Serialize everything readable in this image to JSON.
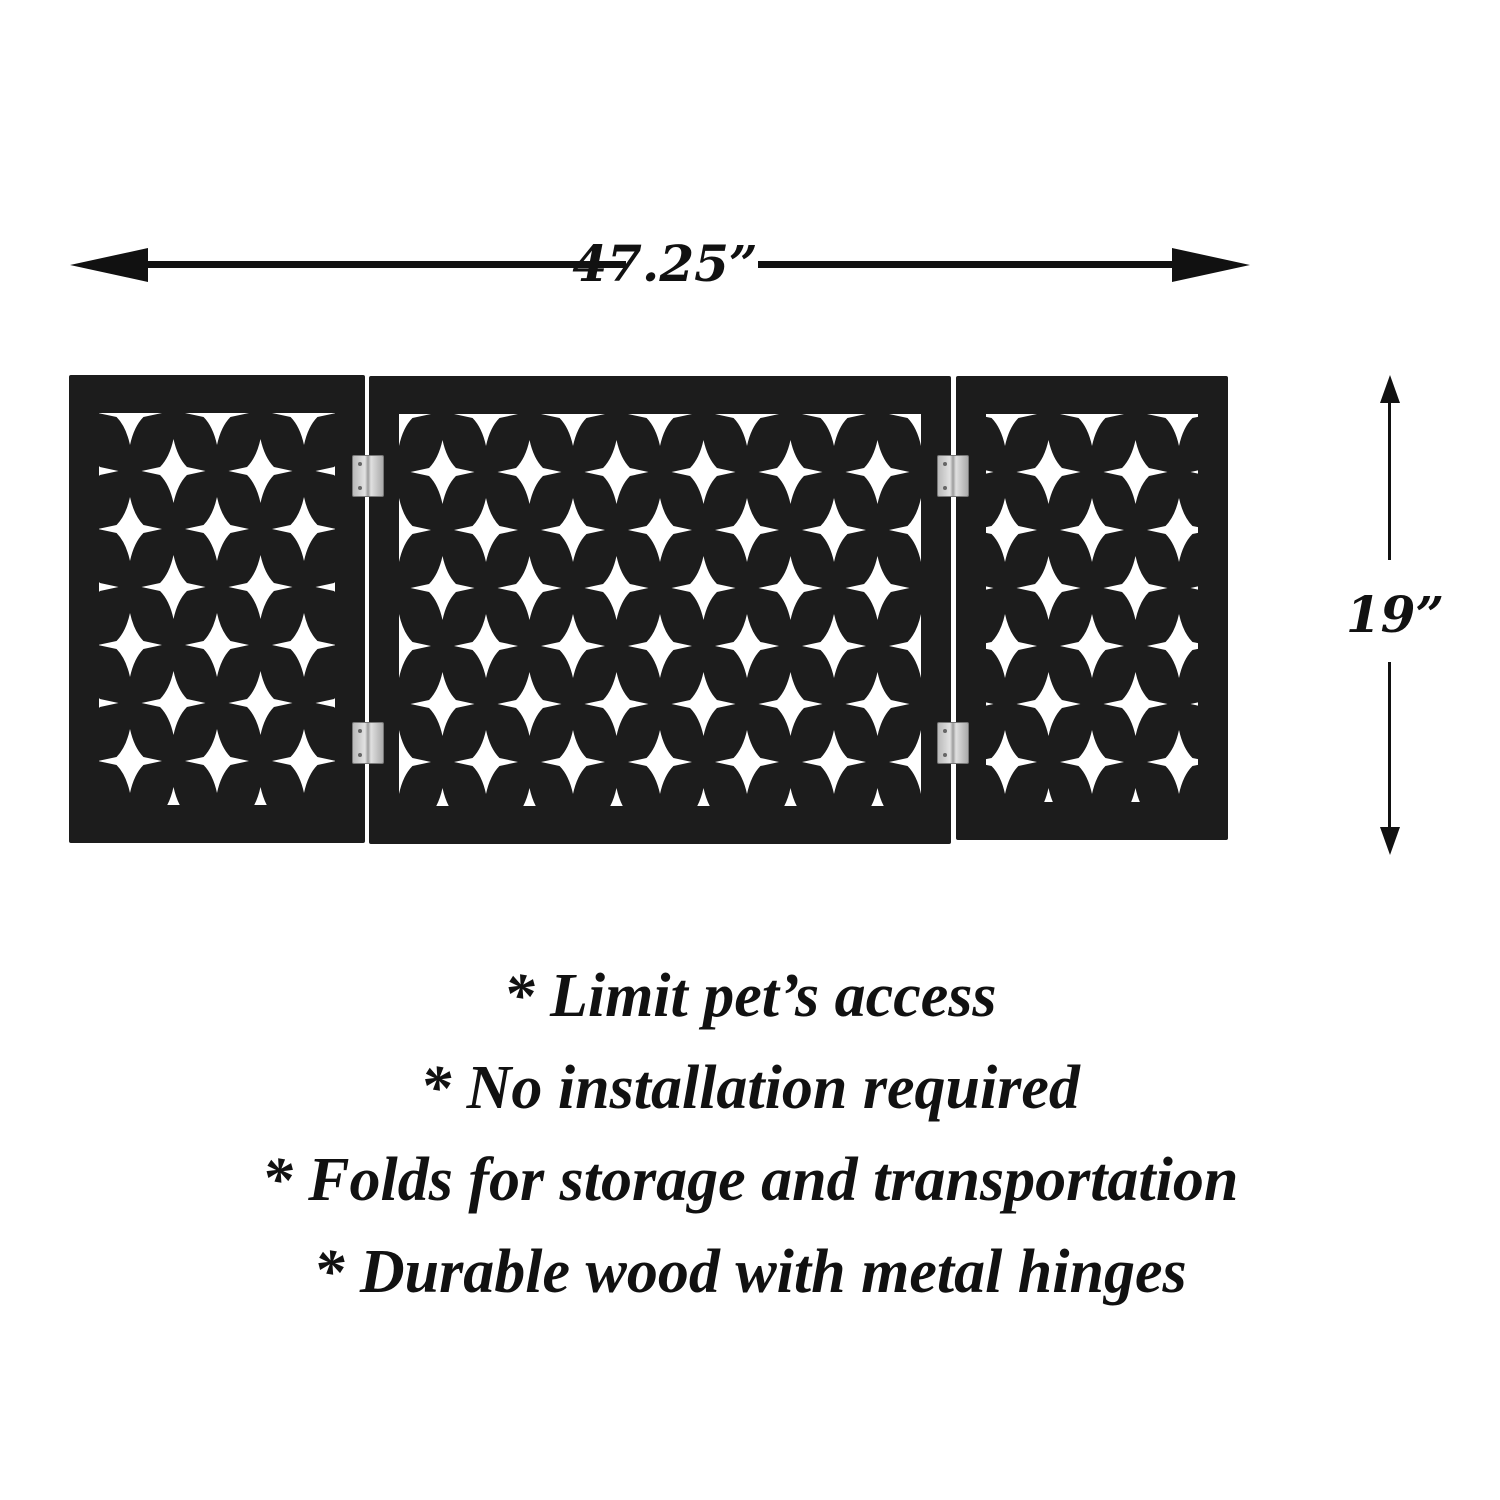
{
  "dimensions": {
    "width_label": "47.25”",
    "height_label": "19”"
  },
  "product": {
    "panels": [
      {
        "name": "left-panel",
        "cols": 2,
        "rows": 6
      },
      {
        "name": "center-panel",
        "cols": 5,
        "rows": 6
      },
      {
        "name": "right-panel",
        "cols": 2,
        "rows": 6
      }
    ],
    "colors": {
      "panel": "#1c1c1c",
      "cutout": "#ffffff",
      "hinge": "#c8c8c8"
    }
  },
  "features": [
    "* Limit pet’s access",
    "* No installation required",
    "* Folds for storage and transportation",
    "* Durable wood with metal hinges"
  ]
}
